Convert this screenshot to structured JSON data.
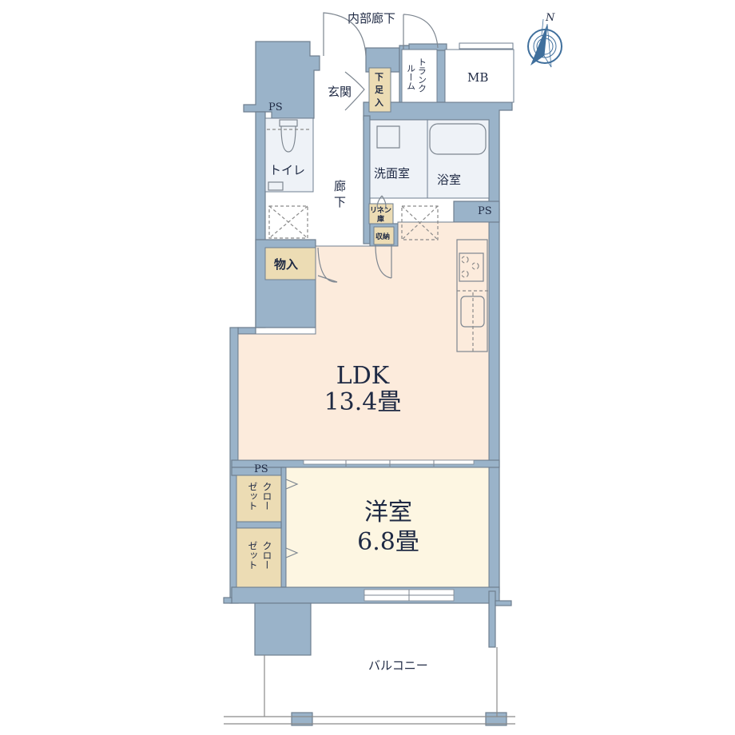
{
  "floorplan": {
    "compass": {
      "label": "N",
      "icon": "north-arrow-icon"
    },
    "corridor_label": "内部廊下",
    "rooms": {
      "entrance": "玄関",
      "shoe_storage": "下足入",
      "trunk_room": "トランクルーム",
      "trunk_room_lines": [
        "トランク",
        "ルーム"
      ],
      "mb": "MB",
      "ps_top": "PS",
      "toilet": "トイレ",
      "hallway": "廊下",
      "hallway_lines": [
        "廊",
        "下"
      ],
      "washroom": "洗面室",
      "bathroom": "浴室",
      "ps_right": "PS",
      "linen": "リネン庫",
      "linen_lines": [
        "リネン",
        "庫"
      ],
      "storage": "収納",
      "closet_small": "物入",
      "ldk": {
        "name": "LDK",
        "size": "13.4畳"
      },
      "western_room": {
        "name": "洋室",
        "size": "6.8畳"
      },
      "ps_bottom": "PS",
      "closet1": "クローゼット",
      "closet1_lines": [
        "クロー",
        "ゼット"
      ],
      "closet2": "クローゼット",
      "closet2_lines": [
        "クロー",
        "ゼット"
      ],
      "balcony": "バルコニー"
    },
    "colors": {
      "wall": "#9ab3c9",
      "ldk_fill": "#fcebdc",
      "western_fill": "#fdf6e2",
      "storage_fill": "#ecdcb4",
      "wet_fill": "#eef2f7",
      "text": "#1f2a44"
    }
  }
}
